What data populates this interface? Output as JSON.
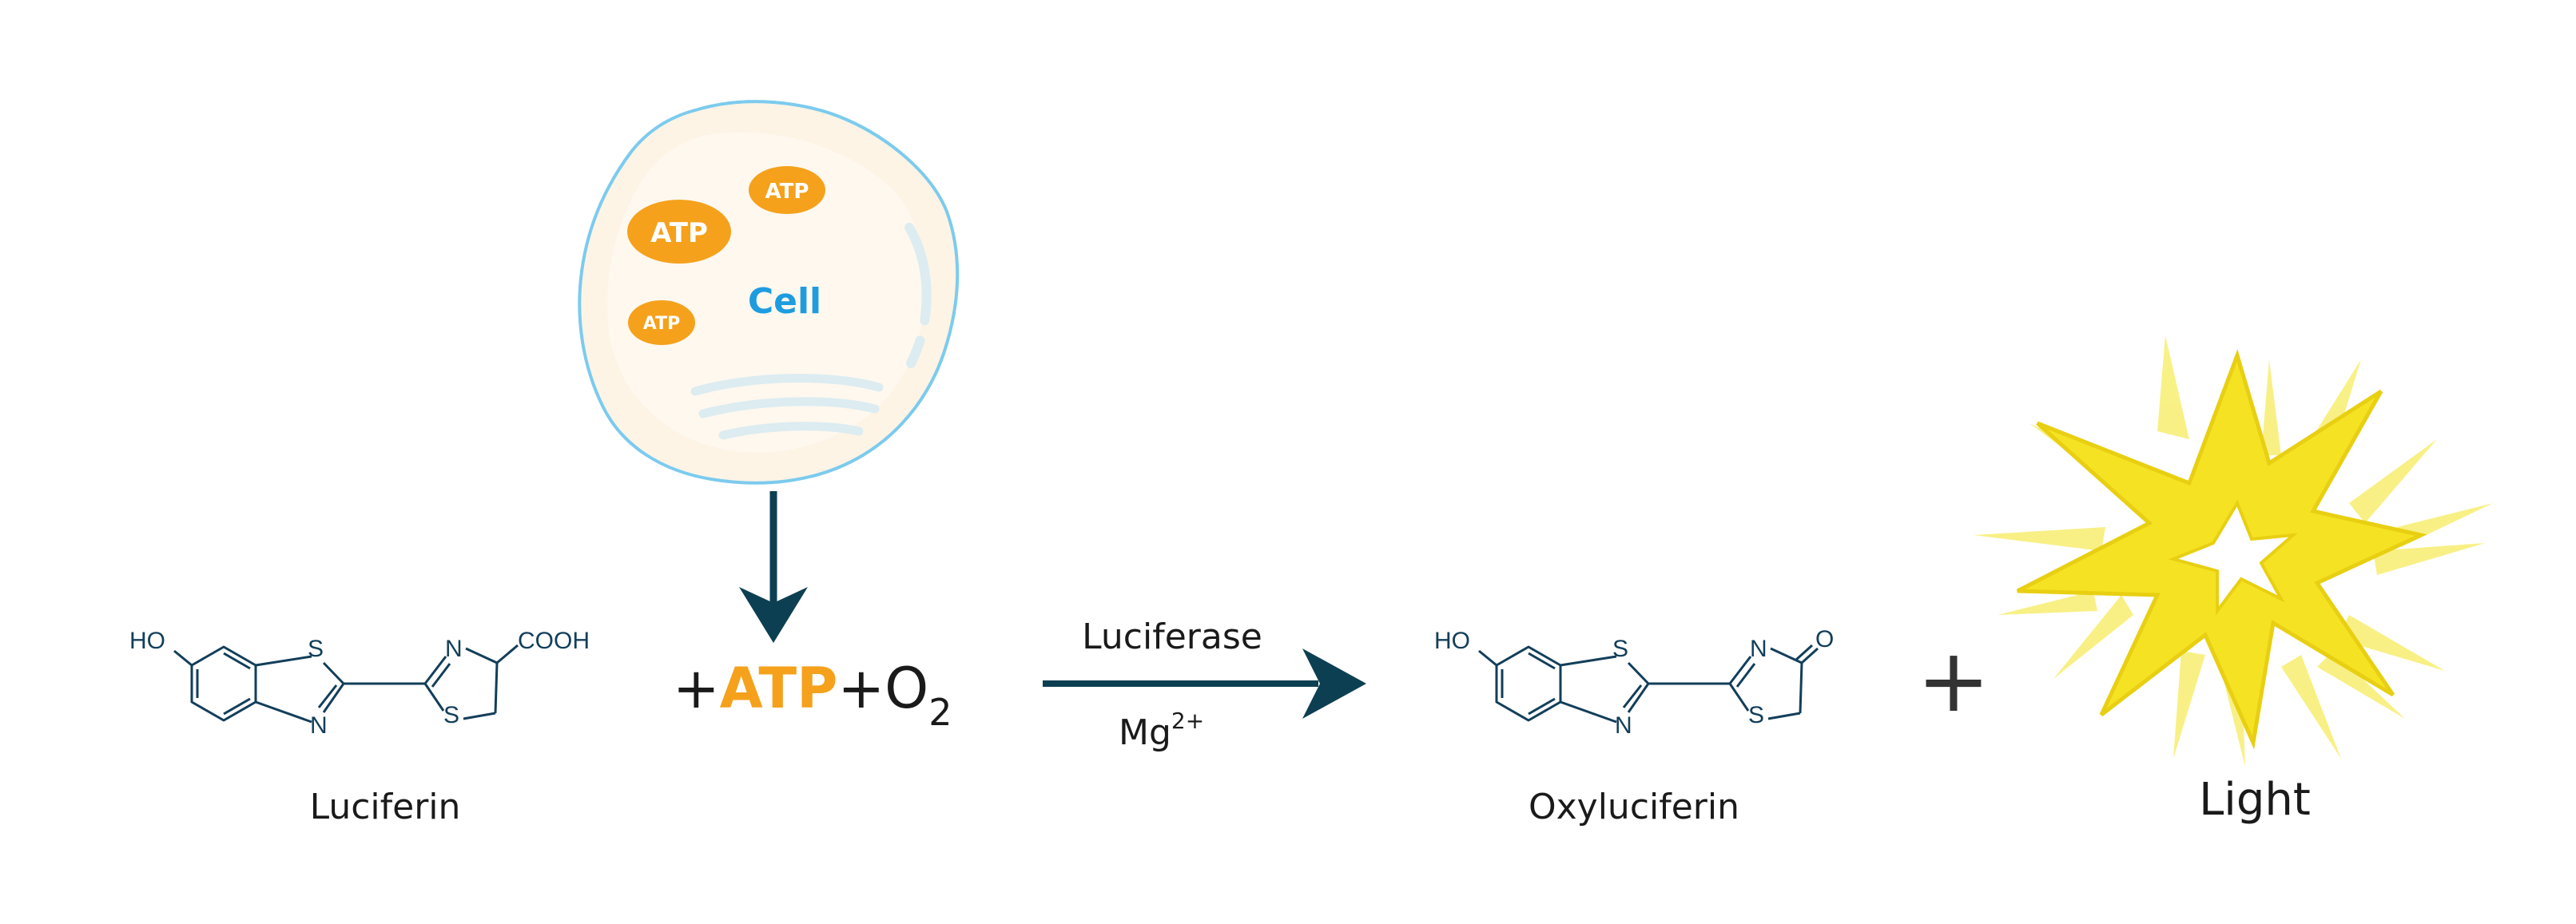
{
  "colors": {
    "background": "#ffffff",
    "structure": "#123e5a",
    "atp": "#f5a11c",
    "cell_label": "#1d9ce0",
    "cell_outline": "#7ccbee",
    "cell_fill": "#fdf4e6",
    "organelle": "#dcecf1",
    "arrow": "#0d3f52",
    "light_core": "#f5e323",
    "light_rays": "#f7ee70",
    "text": "#1a1a1a"
  },
  "icons": [
    "cell-icon",
    "down-arrow-icon",
    "reaction-arrow-icon",
    "light-burst-icon"
  ],
  "cell": {
    "label": "Cell",
    "atp_labels": [
      "ATP",
      "ATP",
      "ATP"
    ]
  },
  "luciferin": {
    "name": "Luciferin",
    "atoms": {
      "ho": "HO",
      "s1": "S",
      "n1": "N",
      "n2": "N",
      "s2": "S",
      "cooh": "COOH"
    }
  },
  "reagents": {
    "plus1": "+",
    "atp": "ATP",
    "plus2": "+",
    "o2_main": "O",
    "o2_sub": "2"
  },
  "reaction": {
    "enzyme": "Luciferase",
    "cofactor": "Mg",
    "cofactor_sup": "2+"
  },
  "oxyluciferin": {
    "name": "Oxyluciferin",
    "atoms": {
      "ho": "HO",
      "s1": "S",
      "n1": "N",
      "n2": "N",
      "s2": "S",
      "o": "O"
    }
  },
  "plus_sign": "+",
  "light": {
    "label": "Light"
  }
}
